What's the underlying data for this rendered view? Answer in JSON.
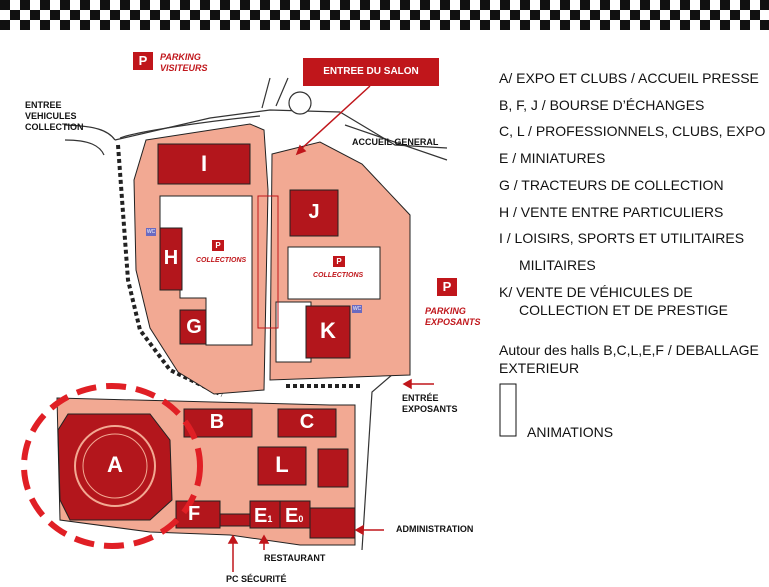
{
  "map": {
    "halls": [
      {
        "id": "A",
        "label": "A"
      },
      {
        "id": "B",
        "label": "B"
      },
      {
        "id": "C",
        "label": "C"
      },
      {
        "id": "E1",
        "label": "E",
        "sub": "1"
      },
      {
        "id": "E0",
        "label": "E",
        "sub": "0"
      },
      {
        "id": "F",
        "label": "F"
      },
      {
        "id": "G",
        "label": "G"
      },
      {
        "id": "H",
        "label": "H"
      },
      {
        "id": "I",
        "label": "I"
      },
      {
        "id": "J",
        "label": "J"
      },
      {
        "id": "K",
        "label": "K"
      },
      {
        "id": "L",
        "label": "L"
      }
    ],
    "parking_symbol": "P",
    "collections_label": "COLLECTIONS",
    "wc_label": "WC",
    "labels": {
      "parking_visiteurs": [
        "PARKING",
        "VISITEURS"
      ],
      "parking_exposants": [
        "PARKING",
        "EXPOSANTS"
      ],
      "entree_salon": "ENTREE DU SALON",
      "entree_vehicules": [
        "ENTREE",
        "VEHICULES",
        "COLLECTION"
      ],
      "accueil_general": "ACCUEIL GENERAL",
      "entree_exposants": [
        "ENTRÉE",
        "EXPOSANTS"
      ],
      "administration": "ADMINISTRATION",
      "restaurant": "RESTAURANT",
      "pc_securite": "PC SÉCURITÉ"
    }
  },
  "legend": {
    "items": [
      "A/ EXPO ET CLUBS / ACCUEIL PRESSE",
      "B, F, J / BOURSE D’ÉCHANGES",
      "C, L / PROFESSIONNELS, CLUBS, EXPO",
      "E / MINIATURES",
      "G / TRACTEURS DE COLLECTION",
      "H / VENTE ENTRE PARTICULIERS",
      "I / LOISIRS, SPORTS ET UTILITAIRES",
      "MILITAIRES",
      "K/ VENTE DE VÉHICULES DE",
      "COLLECTION ET DE PRESTIGE"
    ],
    "note": [
      "Autour des halls B,C,L,E,F / DEBALLAGE",
      "EXTERIEUR"
    ],
    "animations": "ANIMATIONS"
  },
  "colors": {
    "hall": "#b3161c",
    "ground": "#f2a993",
    "outline": "#222222",
    "accent": "#c0161b"
  }
}
